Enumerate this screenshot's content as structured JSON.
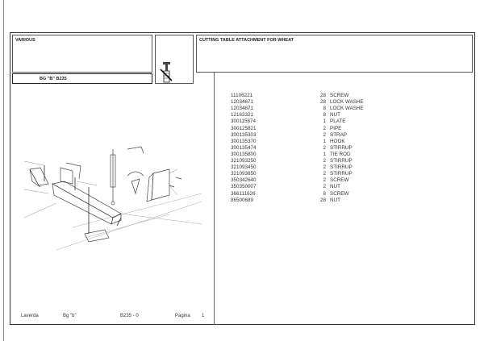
{
  "header": {
    "group": "VARIOUS",
    "model": "BG \"B\" B235",
    "icon": "bolt-wrench-icon",
    "title": "CUTTING TABLE ATTACHMENT FOR WHEAT"
  },
  "parts": [
    {
      "code": "11106221",
      "qty": "28",
      "desc": "SCREW"
    },
    {
      "code": "12034671",
      "qty": "28",
      "desc": "LOCK WASHE"
    },
    {
      "code": "12034871",
      "qty": "8",
      "desc": "LOCK WASHE"
    },
    {
      "code": "12163321",
      "qty": "8",
      "desc": "NUT"
    },
    {
      "code": "300115674",
      "qty": "1",
      "desc": "PLATE"
    },
    {
      "code": "300125821",
      "qty": "2",
      "desc": "PIPE"
    },
    {
      "code": "300135303",
      "qty": "2",
      "desc": "STRAP"
    },
    {
      "code": "300135370",
      "qty": "1",
      "desc": "HOOK"
    },
    {
      "code": "300135474",
      "qty": "2",
      "desc": "STIRRUP"
    },
    {
      "code": "300135800",
      "qty": "1",
      "desc": "TIE ROD"
    },
    {
      "code": "321093250",
      "qty": "2",
      "desc": "STIRRUP"
    },
    {
      "code": "321093450",
      "qty": "2",
      "desc": "STIRRUP"
    },
    {
      "code": "321093650",
      "qty": "2",
      "desc": "STIRRUP"
    },
    {
      "code": "350342640",
      "qty": "2",
      "desc": "SCREW"
    },
    {
      "code": "350350007",
      "qty": "2",
      "desc": "NUT"
    },
    {
      "code": "366111626",
      "qty": "8",
      "desc": "SCREW"
    },
    {
      "code": "86500689",
      "qty": "28",
      "desc": "NUT"
    }
  ],
  "footer": {
    "brand": "Laverda",
    "model": "Bg \"b\"",
    "table": "B235 - 0",
    "page_label": "Pagina",
    "page": "1"
  }
}
